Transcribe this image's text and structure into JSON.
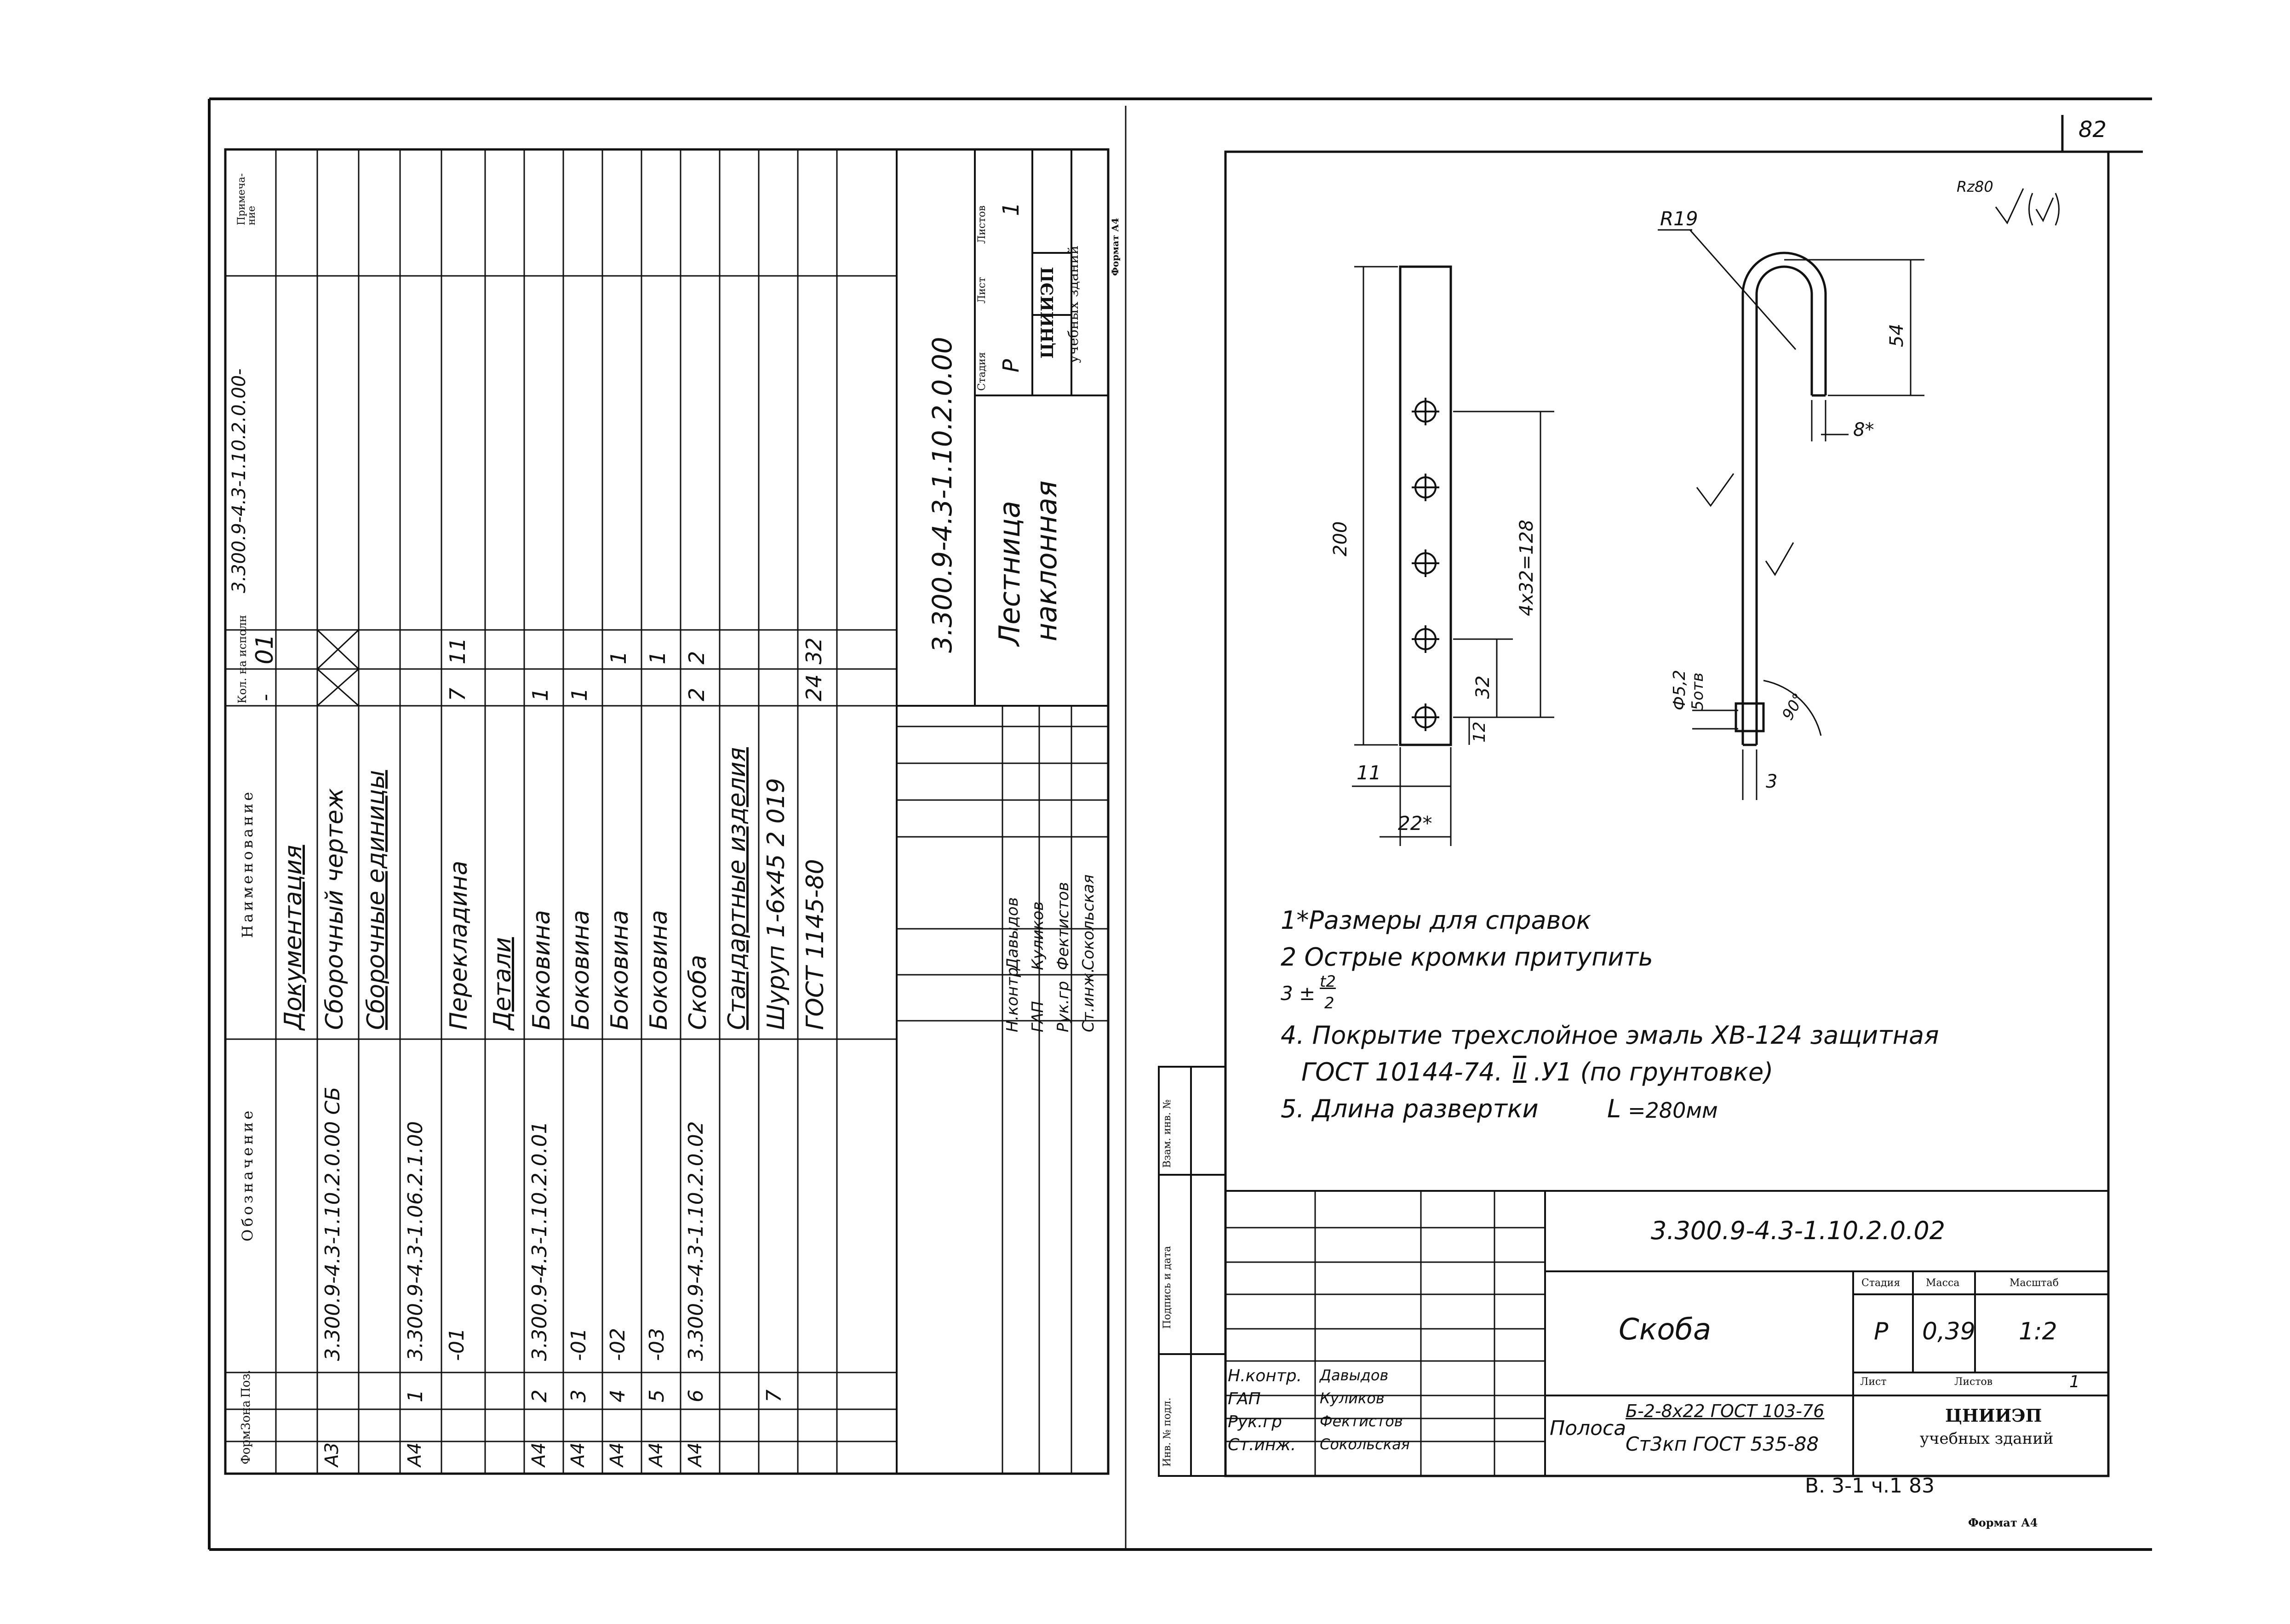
{
  "sheet_number": "82",
  "page_footer": "В. 3-1  ч.1  83",
  "format_label": "Формат А4",
  "left_sheet": {
    "headers": {
      "format": "Форм.",
      "zone": "Зона",
      "pos": "Поз.",
      "designation": "Обозначение",
      "name": "Наименование",
      "qty_prefix": "Кол. на исполн",
      "note": "Примеча- ние"
    },
    "header_code": "3.300.9-4.3-1.10.2.0.00-",
    "variant_cols": [
      "-",
      "01"
    ],
    "rows": [
      {
        "format": "",
        "pos": "",
        "designation": "",
        "name": "Документация",
        "q1": "",
        "q2": ""
      },
      {
        "format": "A3",
        "pos": "",
        "designation": "3.300.9-4.3-1.10.2.0.00 СБ",
        "name": "Сборочный чертеж",
        "q1": "X",
        "q2": "X"
      },
      {
        "format": "",
        "pos": "",
        "designation": "",
        "name": "Сборочные единицы",
        "q1": "",
        "q2": ""
      },
      {
        "format": "A4",
        "pos": "1",
        "designation": "3.300.9-4.3-1.06.2.1.00",
        "name": "",
        "q1": "",
        "q2": ""
      },
      {
        "format": "",
        "pos": "",
        "designation": "-01",
        "name": "Перекладина",
        "q1": "7",
        "q2": "11"
      },
      {
        "format": "",
        "pos": "",
        "designation": "",
        "name": "Детали",
        "q1": "",
        "q2": ""
      },
      {
        "format": "A4",
        "pos": "2",
        "designation": "3.300.9-4.3-1.10.2.0.01",
        "name": "Боковина",
        "q1": "1",
        "q2": ""
      },
      {
        "format": "A4",
        "pos": "3",
        "designation": "-01",
        "name": "Боковина",
        "q1": "1",
        "q2": ""
      },
      {
        "format": "A4",
        "pos": "4",
        "designation": "-02",
        "name": "Боковина",
        "q1": "",
        "q2": "1"
      },
      {
        "format": "A4",
        "pos": "5",
        "designation": "-03",
        "name": "Боковина",
        "q1": "",
        "q2": "1"
      },
      {
        "format": "A4",
        "pos": "6",
        "designation": "3.300.9-4.3-1.10.2.0.02",
        "name": "Скоба",
        "q1": "2",
        "q2": "2"
      },
      {
        "format": "",
        "pos": "",
        "designation": "",
        "name": "Стандартные изделия",
        "q1": "",
        "q2": ""
      },
      {
        "format": "",
        "pos": "7",
        "designation": "",
        "name": "Шуруп 1-6х45 2 019",
        "q1": "",
        "q2": ""
      },
      {
        "format": "",
        "pos": "",
        "designation": "",
        "name": "ГОСТ 1145-80",
        "q1": "24",
        "q2": "32"
      }
    ],
    "title_block": {
      "doc_code": "3.300.9-4.3-1.10.2.0.00",
      "title_line1": "Лестница",
      "title_line2": "наклонная",
      "stage_label": "Стадия",
      "sheet_label": "Лист",
      "sheets_label": "Листов",
      "stage": "Р",
      "sheets": "1",
      "org_line1": "ЦНИИЭП",
      "org_line2": "учебных зданий",
      "format": "Формат А4",
      "roles": [
        {
          "role": "Н.контр",
          "person": "Давыдов"
        },
        {
          "role": "ГАП",
          "person": "Куликов"
        },
        {
          "role": "Рук.гр",
          "person": "Фектистов"
        },
        {
          "role": "Ст.инж.",
          "person": "Сокольская"
        }
      ]
    }
  },
  "right_sheet": {
    "roughness": "Rz80",
    "notes": [
      "1*Размеры для справок",
      "2 Острые кромки притупить",
      "3 ±",
      "4. Покрытие трехслойное эмаль ХВ-124 защитная",
      "ГОСТ 10144-74.",
      "5. Длина развертки",
      "=280мм"
    ],
    "note3_fraction": {
      "num": "t2",
      "den": "2"
    },
    "note4_roman": "II",
    "note4_tail": ".У1 (по грунтовке)",
    "note5_var": "L",
    "dimensions": {
      "length": "200",
      "pitch": "4x32=128",
      "hole_spacing": "32",
      "edge": "12",
      "offset": "11",
      "width": "22*",
      "radius": "R19",
      "hook_height": "54",
      "thickness": "8*",
      "hole": "Ф5,2",
      "hole_count": "5отв",
      "angle": "90°",
      "tail": "3"
    },
    "side_stamp_labels": [
      "Взам. инв. №",
      "Подпись и дата",
      "Инв. № подл."
    ],
    "title_block": {
      "doc_code": "3.300.9-4.3-1.10.2.0.02",
      "title": "Скоба",
      "stage_label": "Стадия",
      "mass_label": "Масса",
      "scale_label": "Масштаб",
      "stage": "Р",
      "mass": "0,39",
      "scale": "1:2",
      "sheet_label": "Лист",
      "sheets_label": "Листов",
      "sheets": "1",
      "material_prefix": "Полоса",
      "material_top": "Б-2-8x22 ГОСТ 103-76",
      "material_bottom": "Ст3кп ГОСТ 535-88",
      "org_line1": "ЦНИИЭП",
      "org_line2": "учебных зданий",
      "roles": [
        {
          "role": "Н.контр.",
          "person": "Давыдов"
        },
        {
          "role": "ГАП",
          "person": "Куликов"
        },
        {
          "role": "Рук.гр",
          "person": "Фектистов"
        },
        {
          "role": "Ст.инж.",
          "person": "Сокольская"
        }
      ]
    }
  }
}
